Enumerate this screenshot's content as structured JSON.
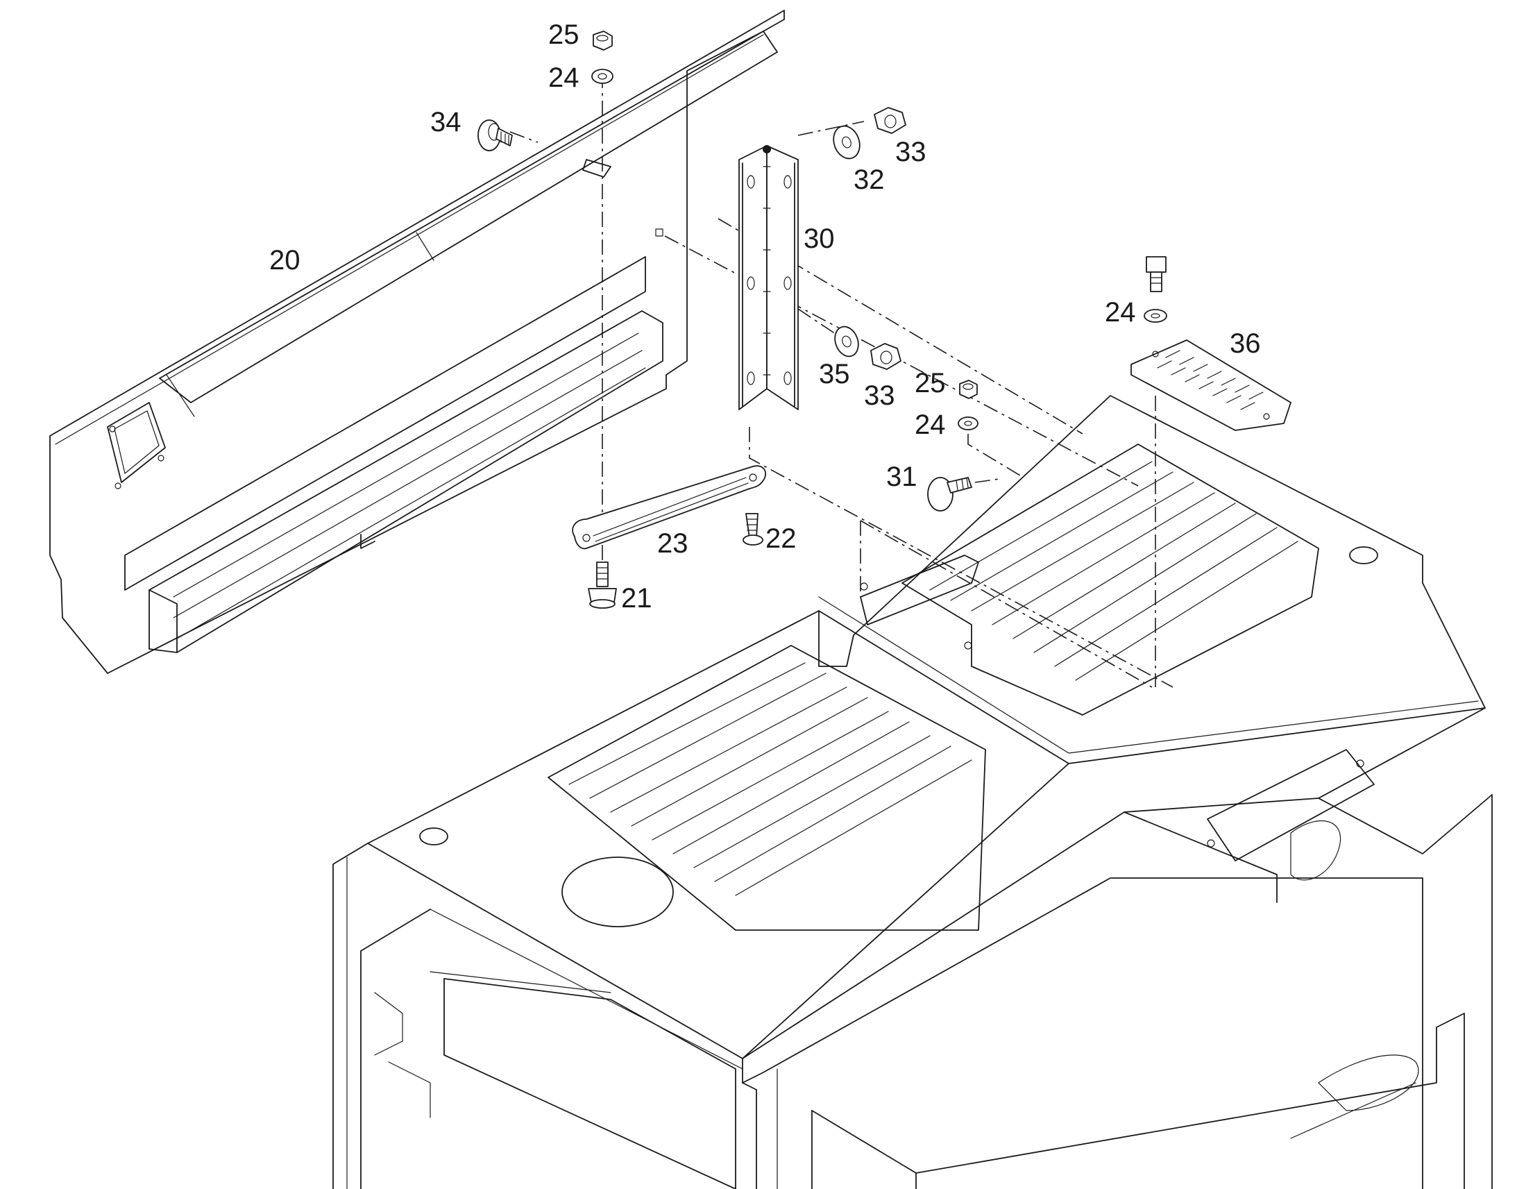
{
  "diagram": {
    "type": "exploded-parts-view",
    "callouts": [
      {
        "id": "c25a",
        "text": "25"
      },
      {
        "id": "c24a",
        "text": "24"
      },
      {
        "id": "c34",
        "text": "34"
      },
      {
        "id": "c32",
        "text": "32"
      },
      {
        "id": "c33a",
        "text": "33"
      },
      {
        "id": "c30",
        "text": "30"
      },
      {
        "id": "c20",
        "text": "20"
      },
      {
        "id": "c24b",
        "text": "24"
      },
      {
        "id": "c36",
        "text": "36"
      },
      {
        "id": "c35",
        "text": "35"
      },
      {
        "id": "c33b",
        "text": "33"
      },
      {
        "id": "c25b",
        "text": "25"
      },
      {
        "id": "c24c",
        "text": "24"
      },
      {
        "id": "c31",
        "text": "31"
      },
      {
        "id": "c23",
        "text": "23"
      },
      {
        "id": "c22",
        "text": "22"
      },
      {
        "id": "c21",
        "text": "21"
      }
    ]
  }
}
